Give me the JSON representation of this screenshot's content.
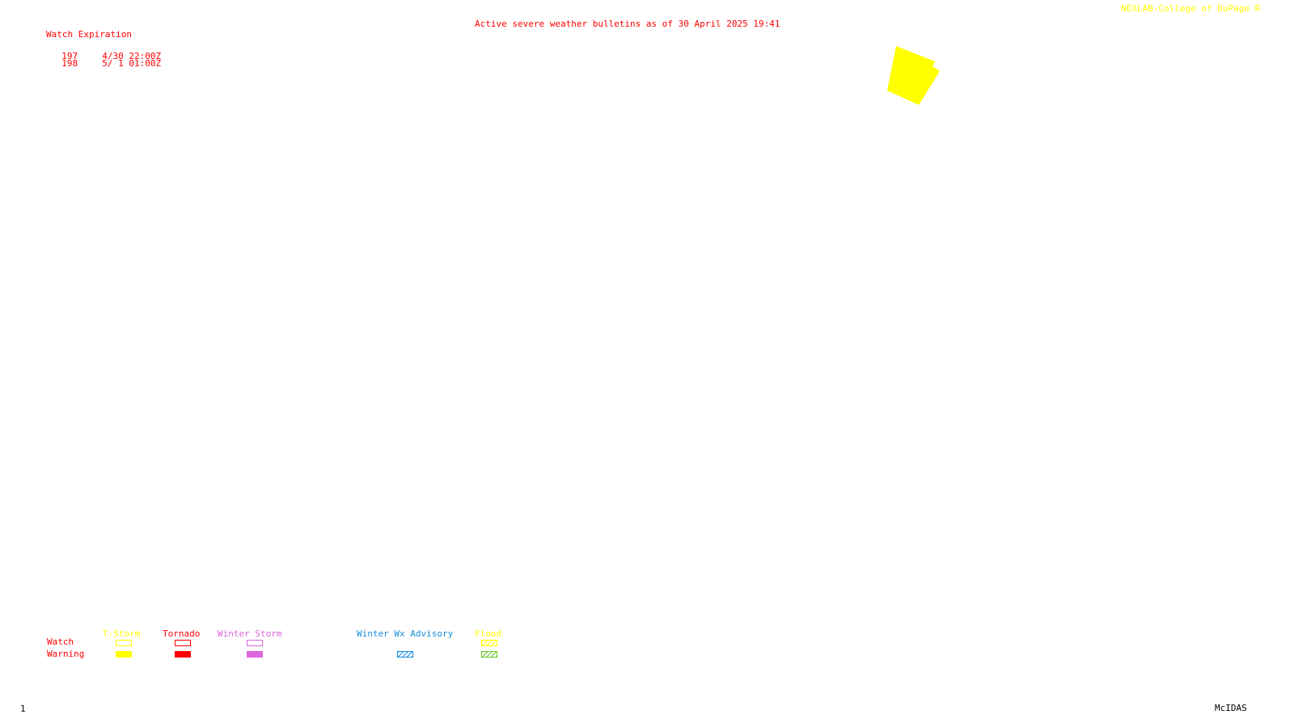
{
  "header": {
    "title": "Active severe weather bulletins as of 30 April 2025 19:41",
    "credit": "NEXLAB-College of DuPage R"
  },
  "watch_table": {
    "heading": "Watch Expiration",
    "rows": [
      {
        "number": "197",
        "expires": "4/30 22:00Z"
      },
      {
        "number": "198",
        "expires": "5/ 1 01:00Z"
      }
    ]
  },
  "map": {
    "polygons": [
      {
        "type": "T-Storm Watch",
        "fill": "#ffff00"
      }
    ]
  },
  "legend": {
    "row_labels": {
      "watch": "Watch",
      "warning": "Warning"
    },
    "categories": [
      {
        "label": "T-Storm",
        "color": "#ffff00",
        "watch_style": "outline",
        "warning_style": "filled"
      },
      {
        "label": "Tornado",
        "color": "#ff0000",
        "watch_style": "outline",
        "warning_style": "filled"
      },
      {
        "label": "Winter Storm",
        "color": "#dd66dd",
        "watch_style": "outline",
        "warning_style": "filled"
      },
      {
        "label": "Winter Wx Advisory",
        "color": "#1a8fdd",
        "watch_style": "none",
        "warning_style": "hatched"
      },
      {
        "label": "Flood",
        "color": "#ffff00",
        "warning_color": "#66cc22",
        "watch_style": "hatched",
        "warning_style": "hatched"
      }
    ]
  },
  "footer": {
    "frame_number": "1",
    "software": "McIDAS"
  }
}
